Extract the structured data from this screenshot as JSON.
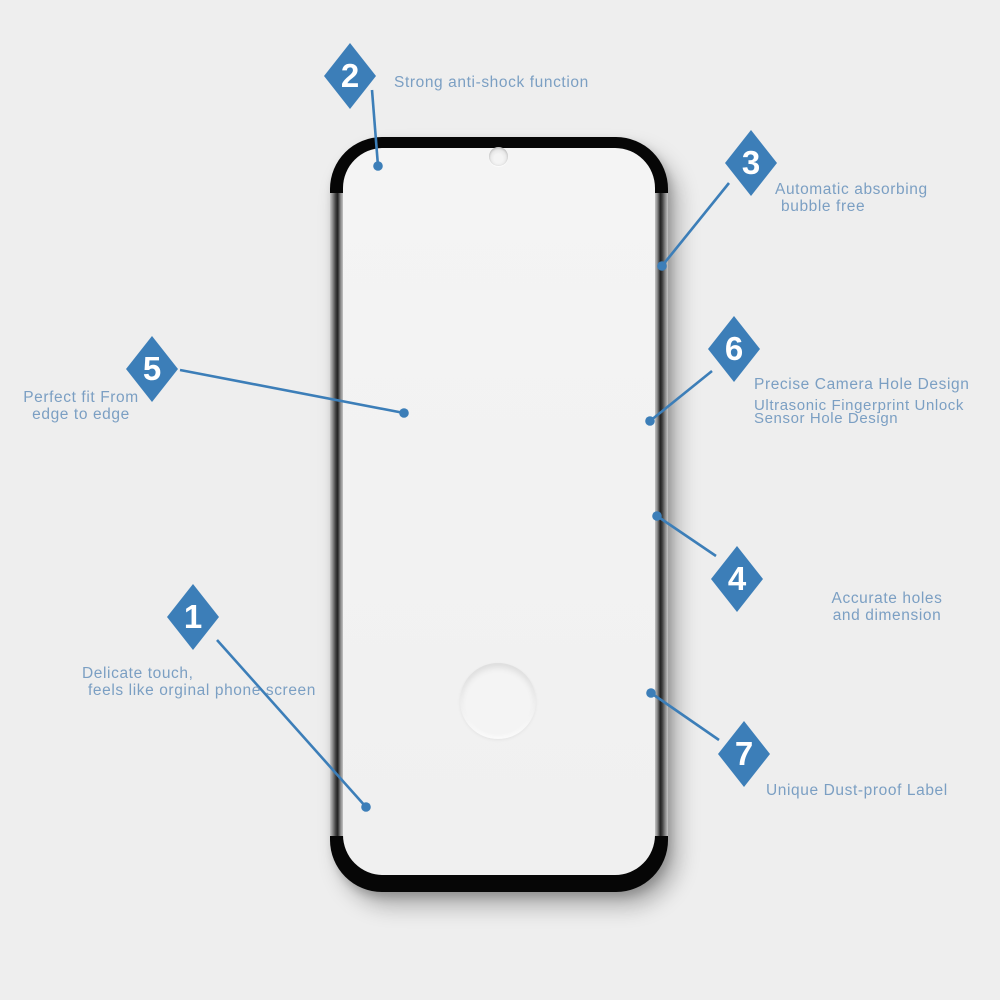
{
  "colors": {
    "background": "#eeeeee",
    "accent_blue": "#3c7eb8",
    "label_blue": "#7b9fc3",
    "frame_black": "#060606"
  },
  "callouts": {
    "c1": {
      "number": "1",
      "line1": "Delicate touch,",
      "line2": "feels like orginal phone screen"
    },
    "c2": {
      "number": "2",
      "line1": "Strong anti-shock function"
    },
    "c3": {
      "number": "3",
      "line1": "Automatic absorbing",
      "line2": "bubble free"
    },
    "c4": {
      "number": "4",
      "line1": "Accurate holes",
      "line2": "and dimension"
    },
    "c5": {
      "number": "5",
      "line1": "Perfect fit From",
      "line2": "edge to edge"
    },
    "c6": {
      "number": "6",
      "line1": "Precise Camera Hole Design",
      "line2": "Ultrasonic Fingerprint Unlock",
      "line3": "Sensor Hole Design"
    },
    "c7": {
      "number": "7",
      "line1": "Unique Dust-proof Label"
    }
  }
}
